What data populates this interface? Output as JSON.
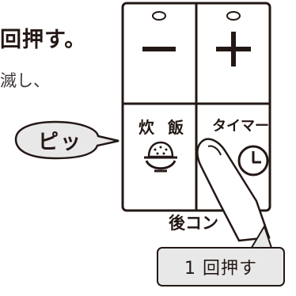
{
  "instruction": {
    "heading": "回押す。",
    "subtext": "滅し、"
  },
  "sound": {
    "label": "ピッ"
  },
  "panel": {
    "minus_symbol": "−",
    "plus_symbol": "+",
    "rice_button_label": "炊 飯",
    "timer_button_label": "タイマー",
    "keep_warm_label": "後コン"
  },
  "callout": {
    "label": "1 回押す"
  },
  "colors": {
    "line": "#231815",
    "panel_fill": "#ffffff",
    "callout_fill": "#e8e8e8",
    "text": "#231815"
  }
}
